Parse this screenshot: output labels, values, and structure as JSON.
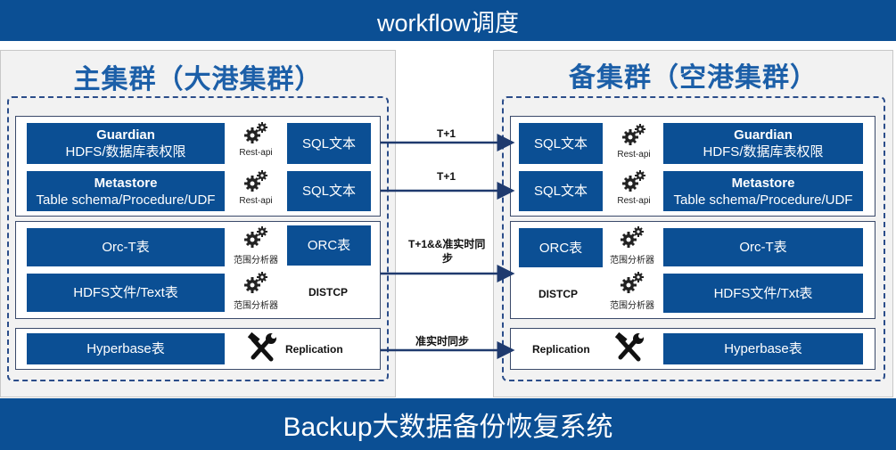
{
  "header_title": "workflow调度",
  "footer_title": "Backup大数据备份恢复系统",
  "primary": {
    "title": "主集群（大港集群）",
    "guardian": {
      "title": "Guardian",
      "subtitle": "HDFS/数据库表权限",
      "tool_caption": "Rest-api",
      "sql": "SQL文本"
    },
    "metastore": {
      "title": "Metastore",
      "subtitle": "Table schema/Procedure/UDF",
      "tool_caption": "Rest-api",
      "sql": "SQL文本"
    },
    "orc_t": {
      "label": "Orc-T表",
      "tool_caption": "范围分析器",
      "orc": "ORC表"
    },
    "hdfs": {
      "label": "HDFS文件/Text表",
      "tool_caption": "范围分析器",
      "distcp": "DISTCP"
    },
    "hyperbase": {
      "label": "Hyperbase表",
      "replication": "Replication"
    }
  },
  "backup": {
    "title": "备集群（空港集群）",
    "guardian": {
      "title": "Guardian",
      "subtitle": "HDFS/数据库表权限",
      "tool_caption": "Rest-api",
      "sql": "SQL文本"
    },
    "metastore": {
      "title": "Metastore",
      "subtitle": "Table schema/Procedure/UDF",
      "tool_caption": "Rest-api",
      "sql": "SQL文本"
    },
    "orc_t": {
      "label": "Orc-T表",
      "tool_caption": "范围分析器",
      "orc": "ORC表"
    },
    "hdfs": {
      "label": "HDFS文件/Txt表",
      "tool_caption": "范围分析器",
      "distcp": "DISTCP"
    },
    "hyperbase": {
      "label": "Hyperbase表",
      "replication": "Replication"
    }
  },
  "arrows": {
    "guardian": "T+1",
    "metastore": "T+1",
    "orc_line1": "T+1&&准实时同",
    "orc_line2": "步",
    "hyperbase": "准实时同步"
  },
  "colors": {
    "banner": "#0b4f94",
    "box": "#0b4f94",
    "title": "#1c5fa8",
    "dash": "#2b4d8a"
  },
  "icons": [
    "gears-icon",
    "tools-icon",
    "arrow-icon"
  ]
}
